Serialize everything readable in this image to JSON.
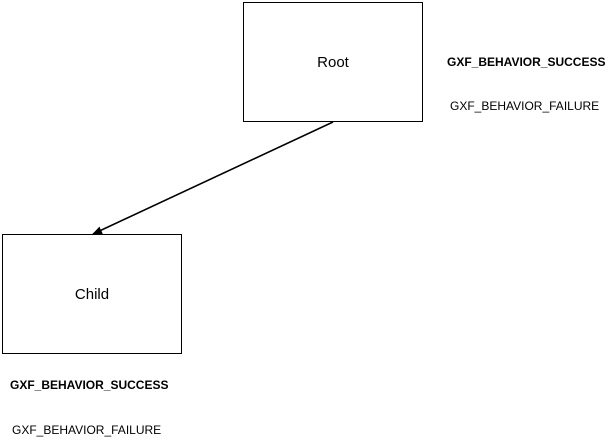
{
  "diagram": {
    "nodes": [
      {
        "id": "root",
        "label": "Root"
      },
      {
        "id": "child",
        "label": "Child"
      }
    ],
    "edges": [
      {
        "from": "root",
        "to": "child"
      }
    ],
    "root_status": {
      "success": "GXF_BEHAVIOR_SUCCESS",
      "failure": "GXF_BEHAVIOR_FAILURE"
    },
    "child_status": {
      "success": "GXF_BEHAVIOR_SUCCESS",
      "failure": "GXF_BEHAVIOR_FAILURE"
    },
    "colors": {
      "stroke": "#000000",
      "background": "#ffffff"
    }
  }
}
